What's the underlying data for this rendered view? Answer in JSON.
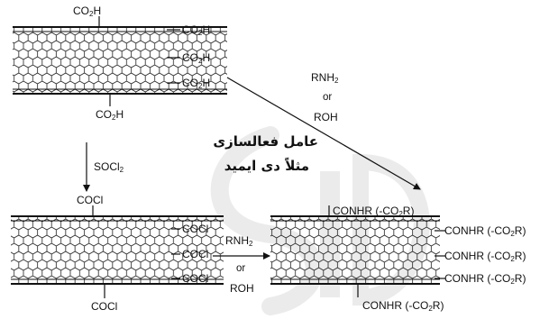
{
  "title_fa": "عامل فعالسازی",
  "subtitle_fa": "مثلاً دی ایمید",
  "watermark": "SID",
  "colors": {
    "ink": "#111111",
    "watermark": "#d9d9d9"
  },
  "tube_acid": {
    "top": {
      "prefix": "CO",
      "sub": "2",
      "suffix": "H"
    },
    "right": [
      {
        "prefix": "CO",
        "sub": "2",
        "suffix": "H"
      },
      {
        "prefix": "CO",
        "sub": "2",
        "suffix": "H"
      },
      {
        "prefix": "CO",
        "sub": "2",
        "suffix": "H"
      }
    ],
    "bottom": {
      "prefix": "CO",
      "sub": "2",
      "suffix": "H"
    }
  },
  "tube_chloride": {
    "top": "COCl",
    "right": [
      "COCl",
      "COCl",
      "COCl"
    ],
    "bottom": "COCl"
  },
  "tube_amide": {
    "top": {
      "prefix": "CONHR (-CO",
      "sub": "2",
      "suffix": "R)"
    },
    "right": [
      {
        "prefix": "CONHR (-CO",
        "sub": "2",
        "suffix": "R)"
      },
      {
        "prefix": "CONHR (-CO",
        "sub": "2",
        "suffix": "R)"
      },
      {
        "prefix": "CONHR (-CO",
        "sub": "2",
        "suffix": "R)"
      }
    ],
    "bottom": {
      "prefix": "CONHR (-CO",
      "sub": "2",
      "suffix": "R)"
    }
  },
  "reagent_socl2": {
    "prefix": "SOCl",
    "sub": "2",
    "suffix": ""
  },
  "reagent_diag": {
    "amine": {
      "prefix": "RNH",
      "sub": "2",
      "suffix": ""
    },
    "or": "or",
    "alcohol": "ROH"
  },
  "reagent_horiz": {
    "amine": {
      "prefix": "RNH",
      "sub": "2",
      "suffix": ""
    },
    "or": "or",
    "alcohol": "ROH"
  }
}
